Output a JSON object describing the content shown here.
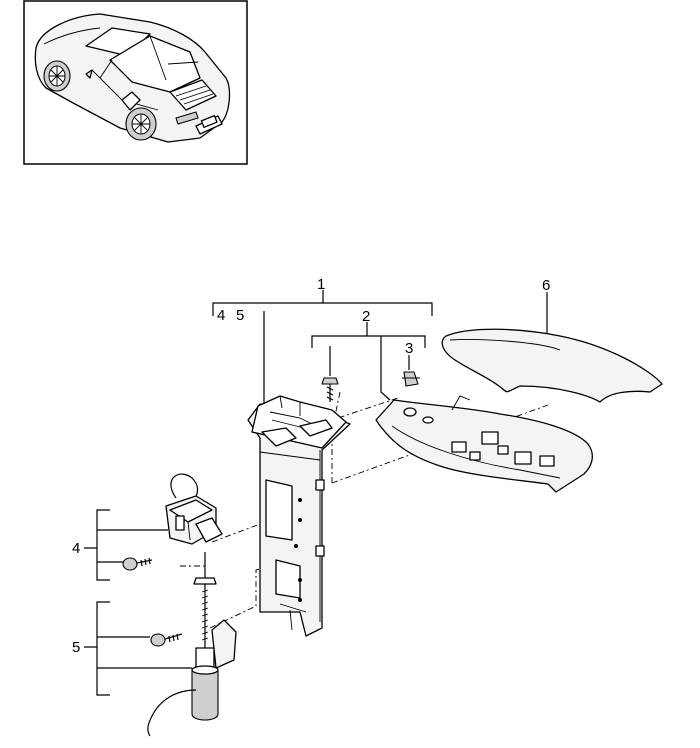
{
  "callouts": {
    "c1": "1",
    "c2": "2",
    "c3": "3",
    "c4": "4",
    "c5": "5",
    "c6": "6",
    "sub4": "4",
    "sub5": "5"
  },
  "icons": {
    "thumbnail": "car-convertible-rear-view-icon"
  }
}
